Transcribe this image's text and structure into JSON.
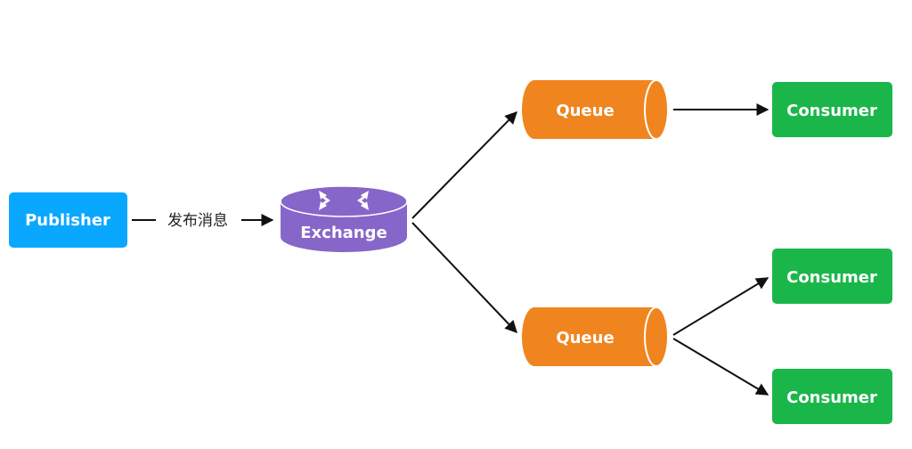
{
  "diagram": {
    "publisher": {
      "label": "Publisher",
      "color": "#0aa7ff"
    },
    "exchange": {
      "label": "Exchange",
      "color": "#8766c9",
      "icon": "exchange-arrows-icon"
    },
    "edge_label": "发布消息",
    "queues": [
      {
        "label": "Queue",
        "color": "#f08520"
      },
      {
        "label": "Queue",
        "color": "#f08520"
      }
    ],
    "consumers": [
      {
        "label": "Consumer",
        "color": "#1ab64a"
      },
      {
        "label": "Consumer",
        "color": "#1ab64a"
      },
      {
        "label": "Consumer",
        "color": "#1ab64a"
      }
    ],
    "edges": [
      {
        "from": "publisher",
        "to": "exchange",
        "label": "发布消息"
      },
      {
        "from": "exchange",
        "to": "queue-1"
      },
      {
        "from": "exchange",
        "to": "queue-2"
      },
      {
        "from": "queue-1",
        "to": "consumer-1"
      },
      {
        "from": "queue-2",
        "to": "consumer-2"
      },
      {
        "from": "queue-2",
        "to": "consumer-3"
      }
    ],
    "arrow_color": "#111111"
  }
}
